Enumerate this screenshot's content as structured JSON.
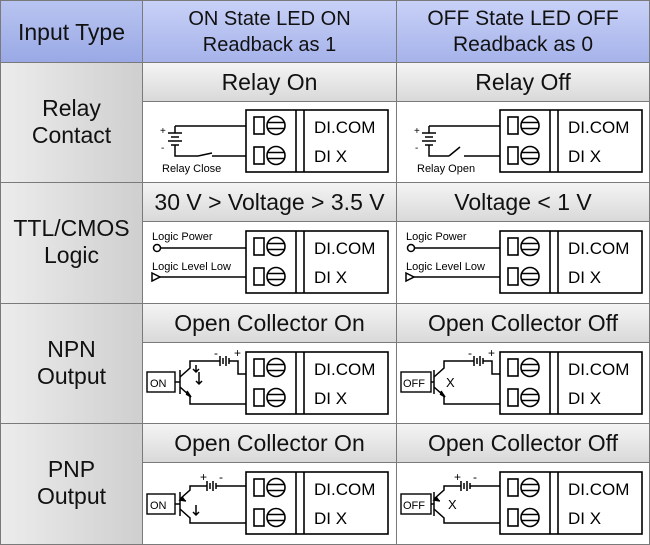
{
  "header": {
    "input_type": "Input Type",
    "on_col_line1": "ON State LED ON",
    "on_col_line2": "Readback as 1",
    "off_col_line1": "OFF State LED OFF",
    "off_col_line2": "Readback as 0"
  },
  "rows": [
    {
      "label_line1": "Relay",
      "label_line2": "Contact",
      "on_title": "Relay On",
      "off_title": "Relay Off",
      "on_caption": "Relay Close",
      "off_caption": "Relay Open"
    },
    {
      "label_line1": "TTL/CMOS",
      "label_line2": "Logic",
      "on_title": "30 V > Voltage > 3.5 V",
      "off_title": "Voltage < 1 V",
      "power_label": "Logic Power",
      "level_label": "Logic Level Low"
    },
    {
      "label_line1": "NPN",
      "label_line2": "Output",
      "on_title": "Open Collector On",
      "off_title": "Open Collector Off",
      "on_tag": "ON",
      "off_tag": "OFF"
    },
    {
      "label_line1": "PNP",
      "label_line2": "Output",
      "on_title": "Open Collector On",
      "off_title": "Open Collector Off",
      "on_tag": "ON",
      "off_tag": "OFF"
    }
  ],
  "terminal": {
    "com": "DI.COM",
    "dix": "DI X"
  },
  "symbols": {
    "plus": "+",
    "minus": "-",
    "open_mark": "X"
  }
}
